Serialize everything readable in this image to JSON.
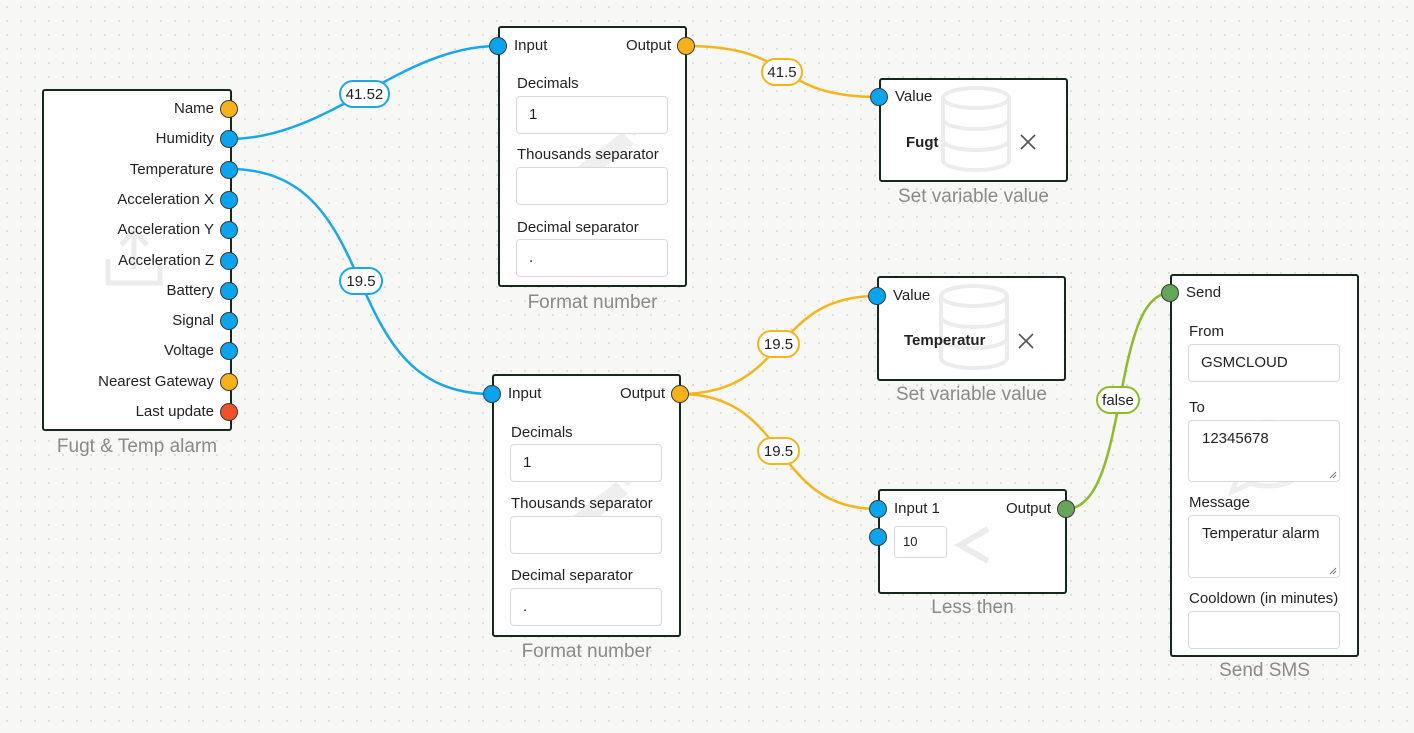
{
  "colors": {
    "wire_blue": "#1aa8e8",
    "wire_orange": "#f5b51e",
    "wire_green": "#8dbb2c",
    "port_blue": "#0aa4ee",
    "port_orange": "#f5b21b",
    "port_red": "#f0512a",
    "port_green": "#67a45c",
    "node_border": "#14281c"
  },
  "device": {
    "caption": "Fugt & Temp alarm",
    "icon": "upload-icon",
    "outputs": [
      {
        "label": "Name",
        "color": "orange"
      },
      {
        "label": "Humidity",
        "color": "blue"
      },
      {
        "label": "Temperature",
        "color": "blue"
      },
      {
        "label": "Acceleration X",
        "color": "blue"
      },
      {
        "label": "Acceleration Y",
        "color": "blue"
      },
      {
        "label": "Acceleration Z",
        "color": "blue"
      },
      {
        "label": "Battery",
        "color": "blue"
      },
      {
        "label": "Signal",
        "color": "blue"
      },
      {
        "label": "Voltage",
        "color": "blue"
      },
      {
        "label": "Nearest Gateway",
        "color": "orange"
      },
      {
        "label": "Last update",
        "color": "red"
      }
    ]
  },
  "format1": {
    "caption": "Format number",
    "input_label": "Input",
    "output_label": "Output",
    "decimals_label": "Decimals",
    "decimals_value": "1",
    "thousands_label": "Thousands separator",
    "thousands_value": "",
    "decimal_sep_label": "Decimal separator",
    "decimal_sep_value": "."
  },
  "format2": {
    "caption": "Format number",
    "input_label": "Input",
    "output_label": "Output",
    "decimals_label": "Decimals",
    "decimals_value": "1",
    "thousands_label": "Thousands separator",
    "thousands_value": "",
    "decimal_sep_label": "Decimal separator",
    "decimal_sep_value": "."
  },
  "setvar1": {
    "caption": "Set variable value",
    "input_label": "Value",
    "variable": "Fugt",
    "icon": "database-icon"
  },
  "setvar2": {
    "caption": "Set variable value",
    "input_label": "Value",
    "variable": "Temperatur",
    "icon": "database-icon"
  },
  "lessthen": {
    "caption": "Less then",
    "input1_label": "Input 1",
    "output_label": "Output",
    "input2_value": "10",
    "icon": "less-than-icon"
  },
  "sms": {
    "caption": "Send SMS",
    "send_label": "Send",
    "from_label": "From",
    "from_value": "GSMCLOUD",
    "to_label": "To",
    "to_value": "12345678",
    "message_label": "Message",
    "message_value": "Temperatur alarm",
    "cooldown_label": "Cooldown (in minutes)",
    "cooldown_value": "",
    "icon": "sms-bubble-icon"
  },
  "badges": {
    "humidity": "41.52",
    "fugt_out": "41.5",
    "temperature": "19.5",
    "temp_out_var": "19.5",
    "temp_out_less": "19.5",
    "less_out": "false"
  }
}
